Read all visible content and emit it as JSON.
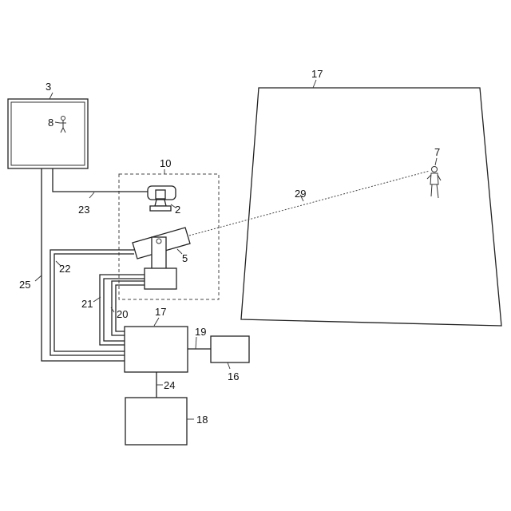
{
  "labels": {
    "monitor": "3",
    "person_on_screen": "8",
    "camera_housing_group": "10",
    "fixed_camera": "2",
    "ptz_camera": "5",
    "target_person": "7",
    "sight_line": "29",
    "surveillance_area": "17",
    "controller": "17",
    "recorder": "16",
    "storage": "18",
    "cable_23": "23",
    "cable_22": "22",
    "cable_25": "25",
    "cable_21": "21",
    "cable_20": "20",
    "cable_19": "19",
    "cable_24": "24"
  }
}
